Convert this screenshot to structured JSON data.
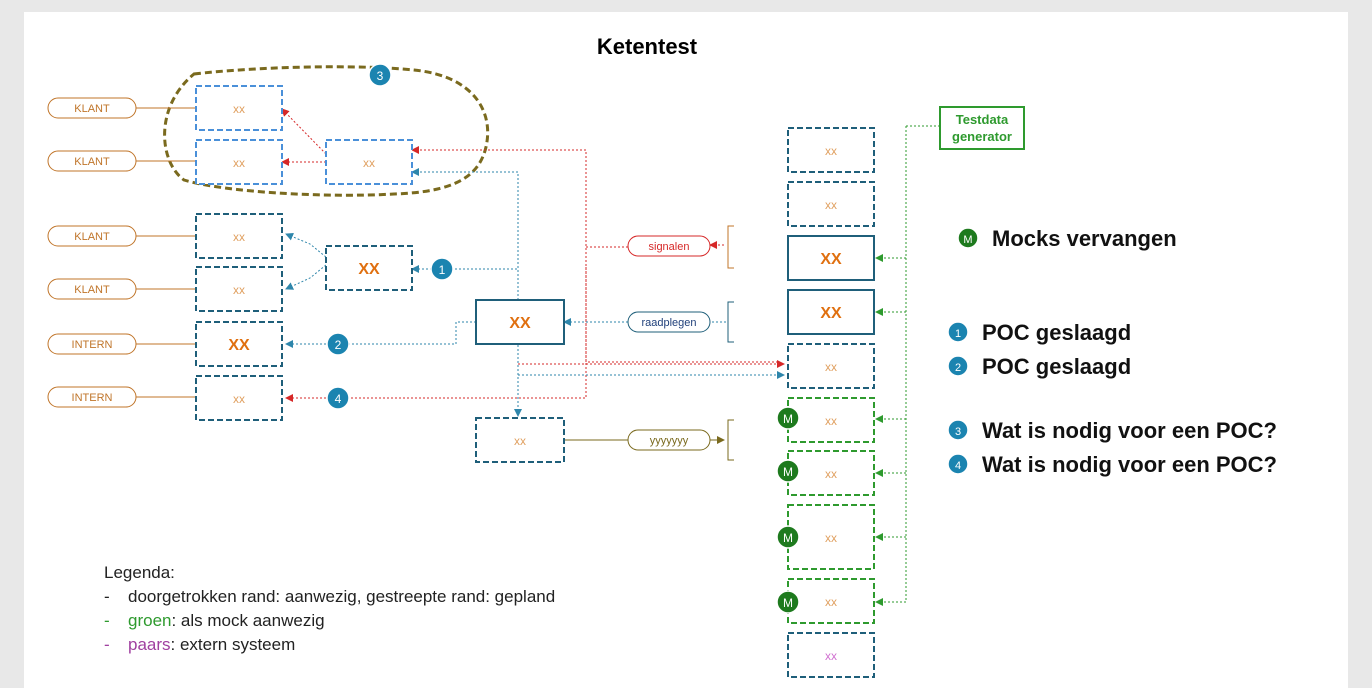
{
  "title": "Ketentest",
  "pill_labels": {
    "klant": "KLANT",
    "intern": "INTERN",
    "signalen": "signalen",
    "raadplegen": "raadplegen",
    "yyyyyyy": "yyyyyyy"
  },
  "box_label": "XX",
  "box_label_small": "xx",
  "generator": {
    "line1": "Testdata",
    "line2": "generator"
  },
  "mock_badge": "M",
  "badges": [
    "1",
    "2",
    "3",
    "4"
  ],
  "status": {
    "mocks": "Mocks vervangen",
    "poc1": "POC geslaagd",
    "poc2": "POC geslaagd",
    "poc3": "Wat is nodig voor een POC?",
    "poc4": "Wat is nodig voor een POC?"
  },
  "legend": {
    "title": "Legenda:",
    "item1": "doorgetrokken rand: aanwezig, gestreepte rand: gepland",
    "item2_key": "groen",
    "item2_rest": ": als mock aanwezig",
    "item3_key": "paars",
    "item3_rest": ": extern systeem",
    "dash": "-"
  },
  "colors": {
    "orange": "#c0752a",
    "blue": "#2e86ab",
    "teal": "#1f5f7a",
    "red": "#d62828",
    "green": "#2e9a2e",
    "olive": "#7a6a1e",
    "purple": "#a040a0",
    "badge": "#1b84b0"
  }
}
